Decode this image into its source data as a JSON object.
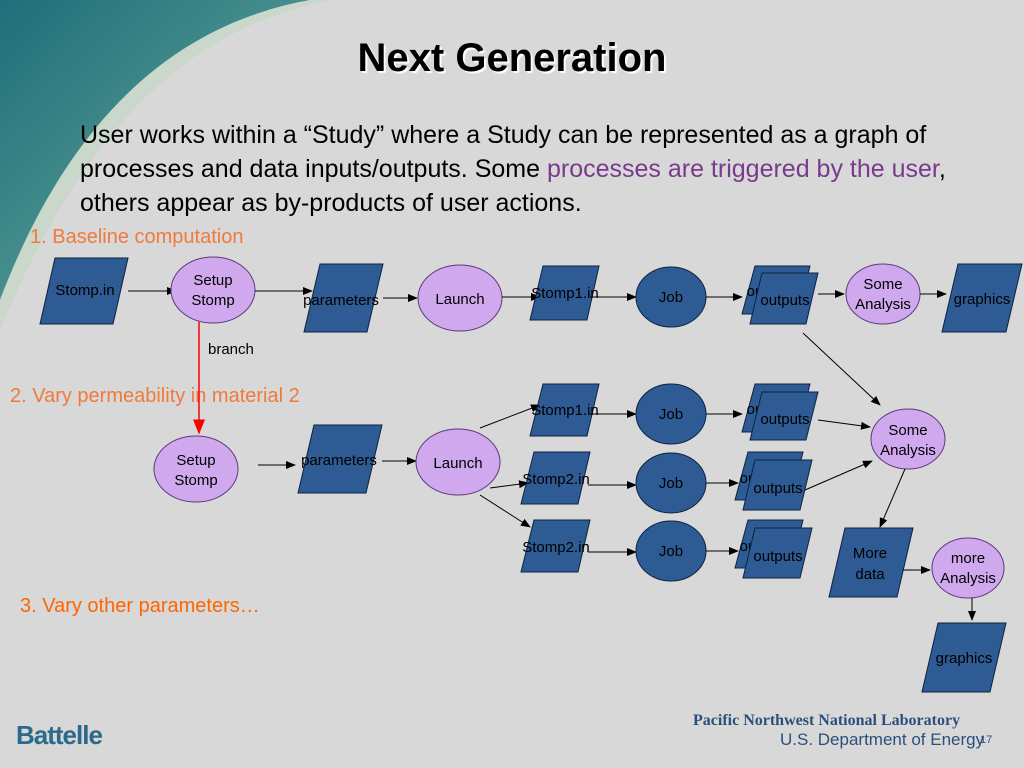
{
  "slide": {
    "title": "Next Generation",
    "intro_part1": "User works within a “Study” where a Study can be represented as a graph of processes and data inputs/outputs.  Some ",
    "intro_highlight": "processes are triggered by the user",
    "intro_part2": ",  others appear as by-products of user actions.",
    "section1": "1. Baseline computation",
    "section2": "2. Vary permeability in material 2",
    "section3": "3. Vary other parameters…",
    "branch_label": "branch",
    "slide_number": "17"
  },
  "diagram": {
    "nodes": {
      "stomp_in": "Stomp.in",
      "setup_stomp_1a": "Setup",
      "setup_stomp_1b": "Stomp",
      "parameters_1": "parameters",
      "launch_1": "Launch",
      "stomp1_in_1": "Stomp1.in",
      "job_1": "Job",
      "outputs_1": "outputs",
      "outputs_back_1": "ou",
      "some_analysis_1a": "Some",
      "some_analysis_1b": "Analysis",
      "graphics_1": "graphics",
      "setup_stomp_2a": "Setup",
      "setup_stomp_2b": "Stomp",
      "parameters_2": "parameters",
      "launch_2": "Launch",
      "stomp1_in_2": "Stomp1.in",
      "job_2": "Job",
      "outputs_2": "outputs",
      "outputs_back_2": "ou",
      "stomp2_in_a": "Stomp2.in",
      "job_3": "Job",
      "outputs_3": "outputs",
      "outputs_back_3": "ou",
      "stomp2_in_b": "Stomp2.in",
      "job_4": "Job",
      "outputs_4": "outputs",
      "outputs_back_4": "ou",
      "some_analysis_2a": "Some",
      "some_analysis_2b": "Analysis",
      "more_data_a": "More",
      "more_data_b": "data",
      "more_analysis_a": "more",
      "more_analysis_b": "Analysis",
      "graphics_2": "graphics"
    }
  },
  "footer": {
    "org_logo": "Battelle",
    "lab_name": "Pacific Northwest National Laboratory",
    "dept": "U.S. Department of Energy"
  },
  "colors": {
    "parallelogram": "#2e5b93",
    "ellipse": "#cfa8ee",
    "job_ellipse": "#2e5b93",
    "section_orange": "#f07a3a",
    "highlight_purple": "#7a3a8c",
    "branch_arrow": "#ff0000",
    "teal_corner": "#2f7d86"
  }
}
